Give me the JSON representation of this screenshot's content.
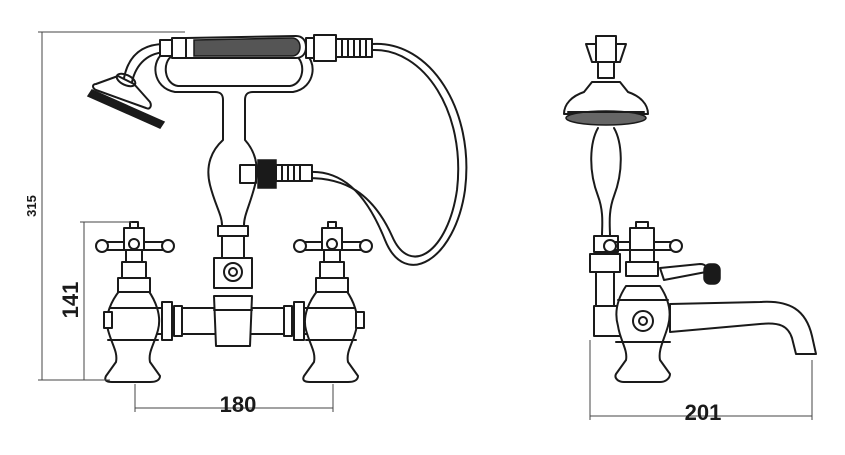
{
  "dimensions": {
    "overall_height": "315",
    "body_height": "141",
    "centres_width": "180",
    "projection": "201"
  },
  "colors": {
    "line": "#1a1a1a",
    "background": "#ffffff"
  }
}
